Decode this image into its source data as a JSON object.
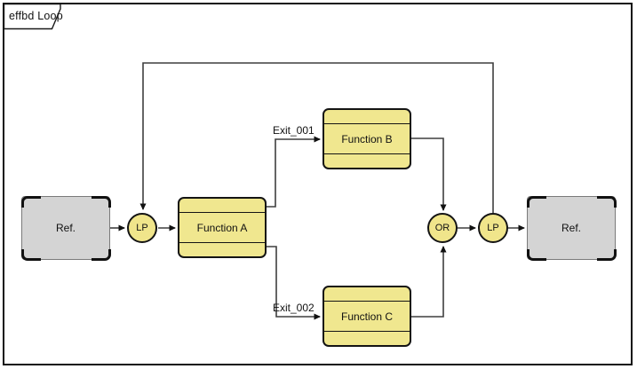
{
  "frame": {
    "title": "effbd Loop"
  },
  "colors": {
    "function_fill": "#F0E78F",
    "construct_fill": "#F0E58B",
    "ref_fill": "#D4D4D4",
    "border": "#141414",
    "connector": "#3f3f3f"
  },
  "nodes": {
    "ref_left": {
      "label": "Ref."
    },
    "lp_in": {
      "label": "LP"
    },
    "function_a": {
      "label": "Function A"
    },
    "function_b": {
      "label": "Function B"
    },
    "function_c": {
      "label": "Function C"
    },
    "or_construct": {
      "label": "OR"
    },
    "lp_out": {
      "label": "LP"
    },
    "ref_right": {
      "label": "Ref."
    }
  },
  "edge_labels": {
    "exit_001": "Exit_001",
    "exit_002": "Exit_002"
  }
}
